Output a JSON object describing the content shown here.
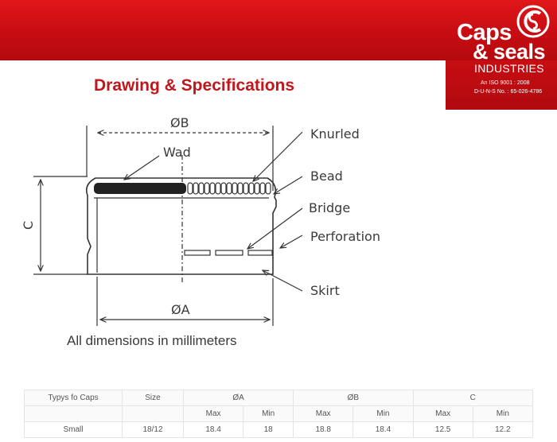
{
  "brand": {
    "line1": "Caps",
    "line2": "& seals",
    "line3": "INDUSTRIES",
    "iso": "An ISO 9001 : 2008",
    "duns": "D-U-N-S No. : 65-026-4786",
    "logo_mark": "cs-monogram-icon",
    "colors": {
      "brand_red": "#c8101a",
      "title_red": "#c0161c"
    }
  },
  "page": {
    "title": "Drawing & Specifications"
  },
  "drawing": {
    "labels": {
      "phi_b": "ØB",
      "phi_a": "ØA",
      "c": "C",
      "wad": "Wad",
      "knurled": "Knurled",
      "bead": "Bead",
      "bridge": "Bridge",
      "perforation": "Perforation",
      "skirt": "Skirt"
    },
    "note": "All dimensions in millimeters"
  },
  "specs": {
    "headers": [
      "Typys fo Caps",
      "Size",
      "ØA",
      "ØB",
      "C"
    ],
    "subheaders": [
      "Max",
      "Min",
      "Max",
      "Min",
      "Max",
      "Min"
    ],
    "rows": [
      {
        "type": "Small",
        "size": "18/12",
        "a_max": "18.4",
        "a_min": "18",
        "b_max": "18.8",
        "b_min": "18.4",
        "c_max": "12.5",
        "c_min": "12.2"
      }
    ]
  }
}
